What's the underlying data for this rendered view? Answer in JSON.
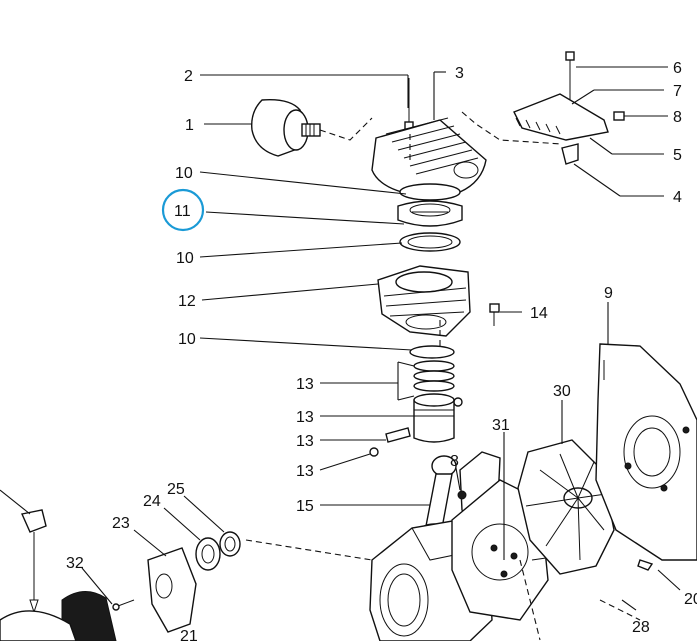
{
  "diagram": {
    "highlight_color": "#1a9ad6",
    "highlighted_label": "11",
    "labels": {
      "l1": "1",
      "l2": "2",
      "l3": "3",
      "l4": "4",
      "l5": "5",
      "l6": "6",
      "l7": "7",
      "l8a": "8",
      "l8b": "8",
      "l9": "9",
      "l10a": "10",
      "l10b": "10",
      "l10c": "10",
      "l11": "11",
      "l12": "12",
      "l13a": "13",
      "l13b": "13",
      "l13c": "13",
      "l13d": "13",
      "l14": "14",
      "l15": "15",
      "l20": "20",
      "l21": "21",
      "l23": "23",
      "l24": "24",
      "l25": "25",
      "l28": "28",
      "l30": "30",
      "l31": "31",
      "l32": "32"
    }
  }
}
